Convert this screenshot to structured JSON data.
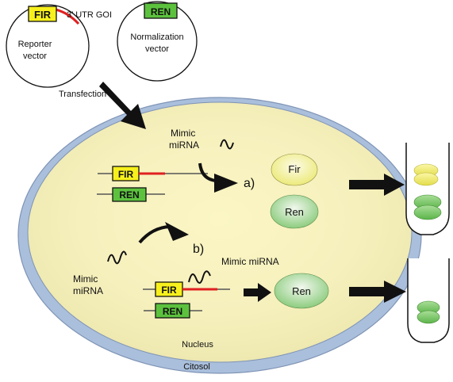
{
  "reporter_vector": {
    "gene_box": "FIR",
    "utr_label": "3’ UTR GOI",
    "label_line1": "Reporter",
    "label_line2": "vector"
  },
  "normalization_vector": {
    "gene_box": "REN",
    "label_line1": "Normalization",
    "label_line2": "vector"
  },
  "transfection_label": "Transfection",
  "cell": {
    "cytosol_label": "Citosol",
    "nucleus_label": "Nucleus"
  },
  "pathway_a": {
    "mimic_line1": "Mimic",
    "mimic_line2": "miRNA",
    "fir_box": "FIR",
    "ren_box": "REN",
    "step_label": "a)",
    "fir_product": "Fir",
    "ren_product": "Ren"
  },
  "pathway_b": {
    "step_label": "b)",
    "mimic_line1": "Mimic",
    "mimic_line2": "miRNA",
    "bound_label": "Mimic miRNA",
    "fir_box": "FIR",
    "ren_box": "REN",
    "ren_product": "Ren"
  },
  "colors": {
    "fir_yellow": "#f7f01c",
    "ren_green": "#5cc23e",
    "utr_red": "#e02020",
    "membrane": "#aabfdc",
    "cell_fill": "#f5f0bf"
  }
}
